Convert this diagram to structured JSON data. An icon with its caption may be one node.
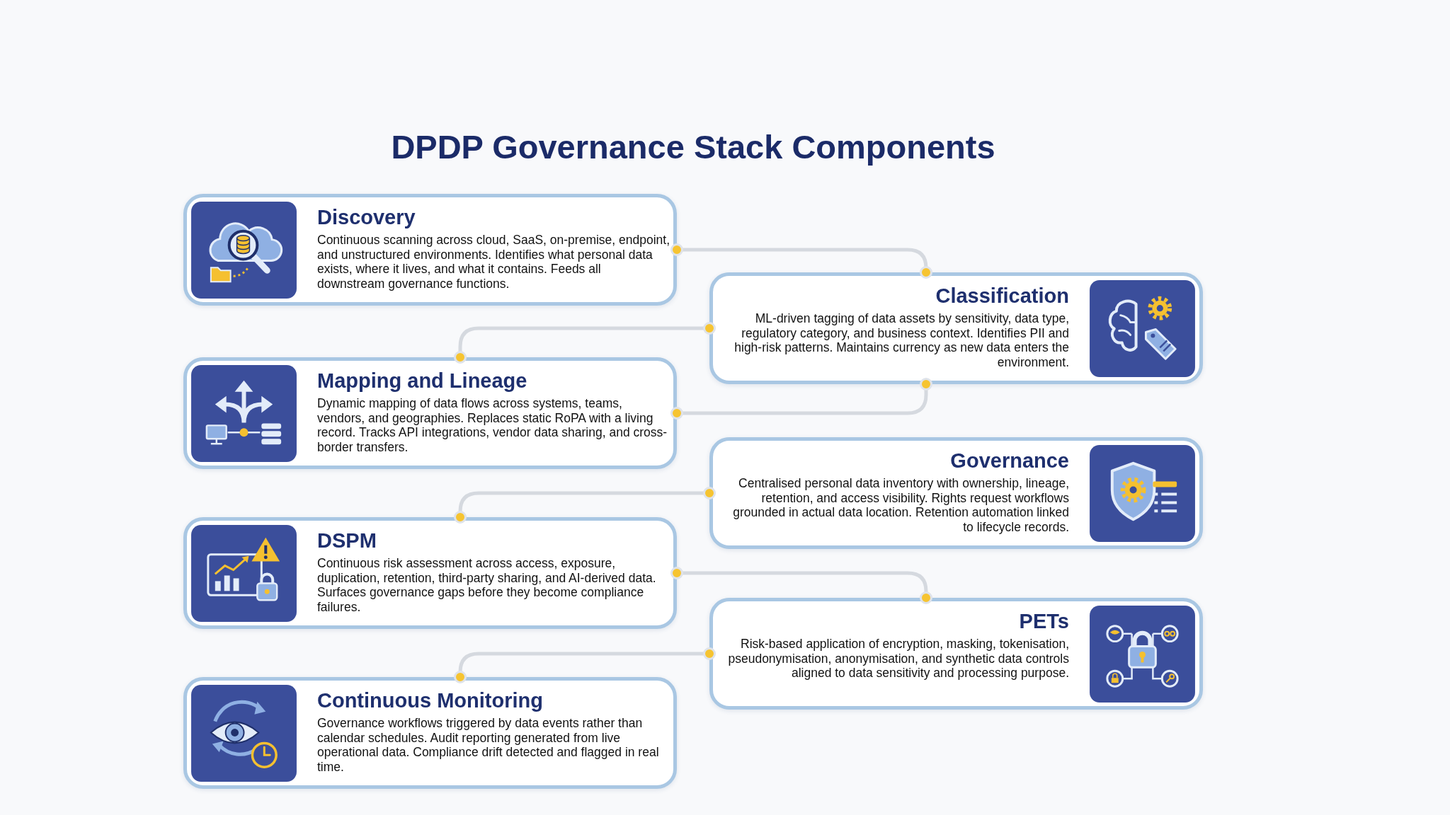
{
  "diagram": {
    "title": "DPDP Governance Stack Components",
    "nodes": [
      {
        "text": [
          "Discovery",
          "Continuous scanning across cloud, SaaS, on-premise, endpoint, and unstructured environments. Identifies what personal data exists, where it lives, and what it contains. Feeds all downstream governance functions."
        ]
      },
      {
        "text": [
          "Classification",
          "ML-driven tagging of data assets by sensitivity, data type, regulatory category, and business context. Identifies PII and high-risk patterns. Maintains currency as new data enters the environment."
        ]
      },
      {
        "text": [
          "Mapping and Lineage",
          "Dynamic mapping of data flows across systems, teams, vendors, and geographies. Replaces static RoPA with a living record. Tracks API integrations, vendor data sharing, and cross-border transfers."
        ]
      },
      {
        "text": [
          "Governance",
          "Centralised personal data inventory with ownership, lineage, retention, and access visibility. Rights request workflows grounded in actual data location. Retention automation linked to lifecycle records."
        ]
      },
      {
        "text": [
          "DSPM",
          "Continuous risk assessment across access, exposure, duplication, retention, third-party sharing, and AI-derived data. Surfaces governance gaps before they become compliance failures."
        ]
      },
      {
        "text": [
          "PETs",
          "Risk-based application of encryption, masking, tokenisation, pseudonymisation, anonymisation, and synthetic data controls aligned to data sensitivity and processing purpose."
        ]
      },
      {
        "text": [
          "Continuous Monitoring",
          "Governance workflows triggered by data events rather than calendar schedules. Audit reporting generated from live operational data. Compliance drift detected and flagged in real time."
        ]
      }
    ],
    "edges": [
      {
        "from": 0,
        "to": 1,
        "arrow": "other"
      },
      {
        "from": 1,
        "to": 2,
        "arrow": "other"
      },
      {
        "from": 1,
        "to": 2,
        "arrow": "other"
      },
      {
        "from": 3,
        "to": 4,
        "arrow": "other"
      },
      {
        "from": 4,
        "to": 5,
        "arrow": "other"
      },
      {
        "from": 5,
        "to": 6,
        "arrow": "other"
      }
    ]
  }
}
